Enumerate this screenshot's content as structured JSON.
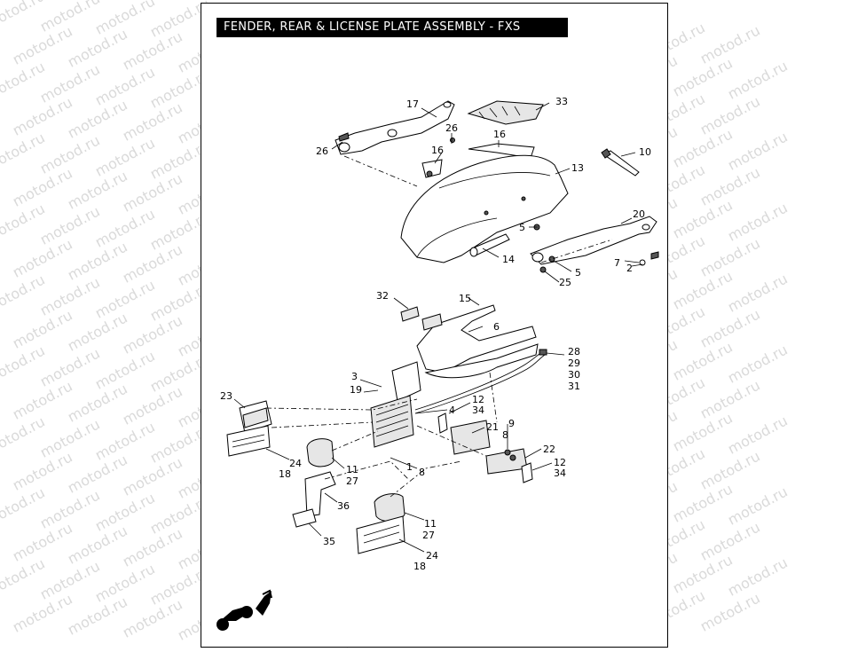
{
  "title": "FENDER, REAR  & LICENSE PLATE ASSEMBLY - FXS",
  "watermark": "motod.ru",
  "callouts": {
    "c17": "17",
    "c26a": "26",
    "c26b": "26",
    "c33": "33",
    "c16a": "16",
    "c16b": "16",
    "c13": "13",
    "c10": "10",
    "c20": "20",
    "c5a": "5",
    "c5b": "5",
    "c14": "14",
    "c7": "7",
    "c2": "2",
    "c25": "25",
    "c32": "32",
    "c15": "15",
    "c6": "6",
    "c28": "28",
    "c29": "29",
    "c30": "30",
    "c31": "31",
    "c3": "3",
    "c19": "19",
    "c23": "23",
    "c4": "4",
    "c12a": "12",
    "c34a": "34",
    "c21": "21",
    "c9": "9",
    "c8a": "8",
    "c22": "22",
    "c12b": "12",
    "c34b": "34",
    "c24a": "24",
    "c18a": "18",
    "c11a": "11",
    "c27a": "27",
    "c1": "1",
    "c8b": "8",
    "c36": "36",
    "c35": "35",
    "c11b": "11",
    "c27b": "27",
    "c24b": "24",
    "c18b": "18"
  },
  "colors": {
    "background": "#ffffff",
    "title_bg": "#000000",
    "title_text": "#ffffff",
    "watermark": "#dadada"
  }
}
